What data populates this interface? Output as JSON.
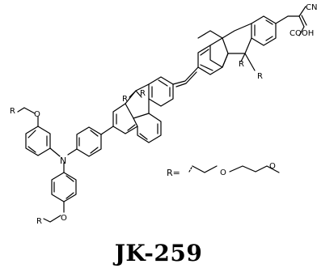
{
  "molecule": {
    "name": "JK-259",
    "labels": {
      "cn": "CN",
      "cooh": "COOH",
      "r": "R",
      "n": "N",
      "o": "O",
      "r_def": "R="
    }
  }
}
